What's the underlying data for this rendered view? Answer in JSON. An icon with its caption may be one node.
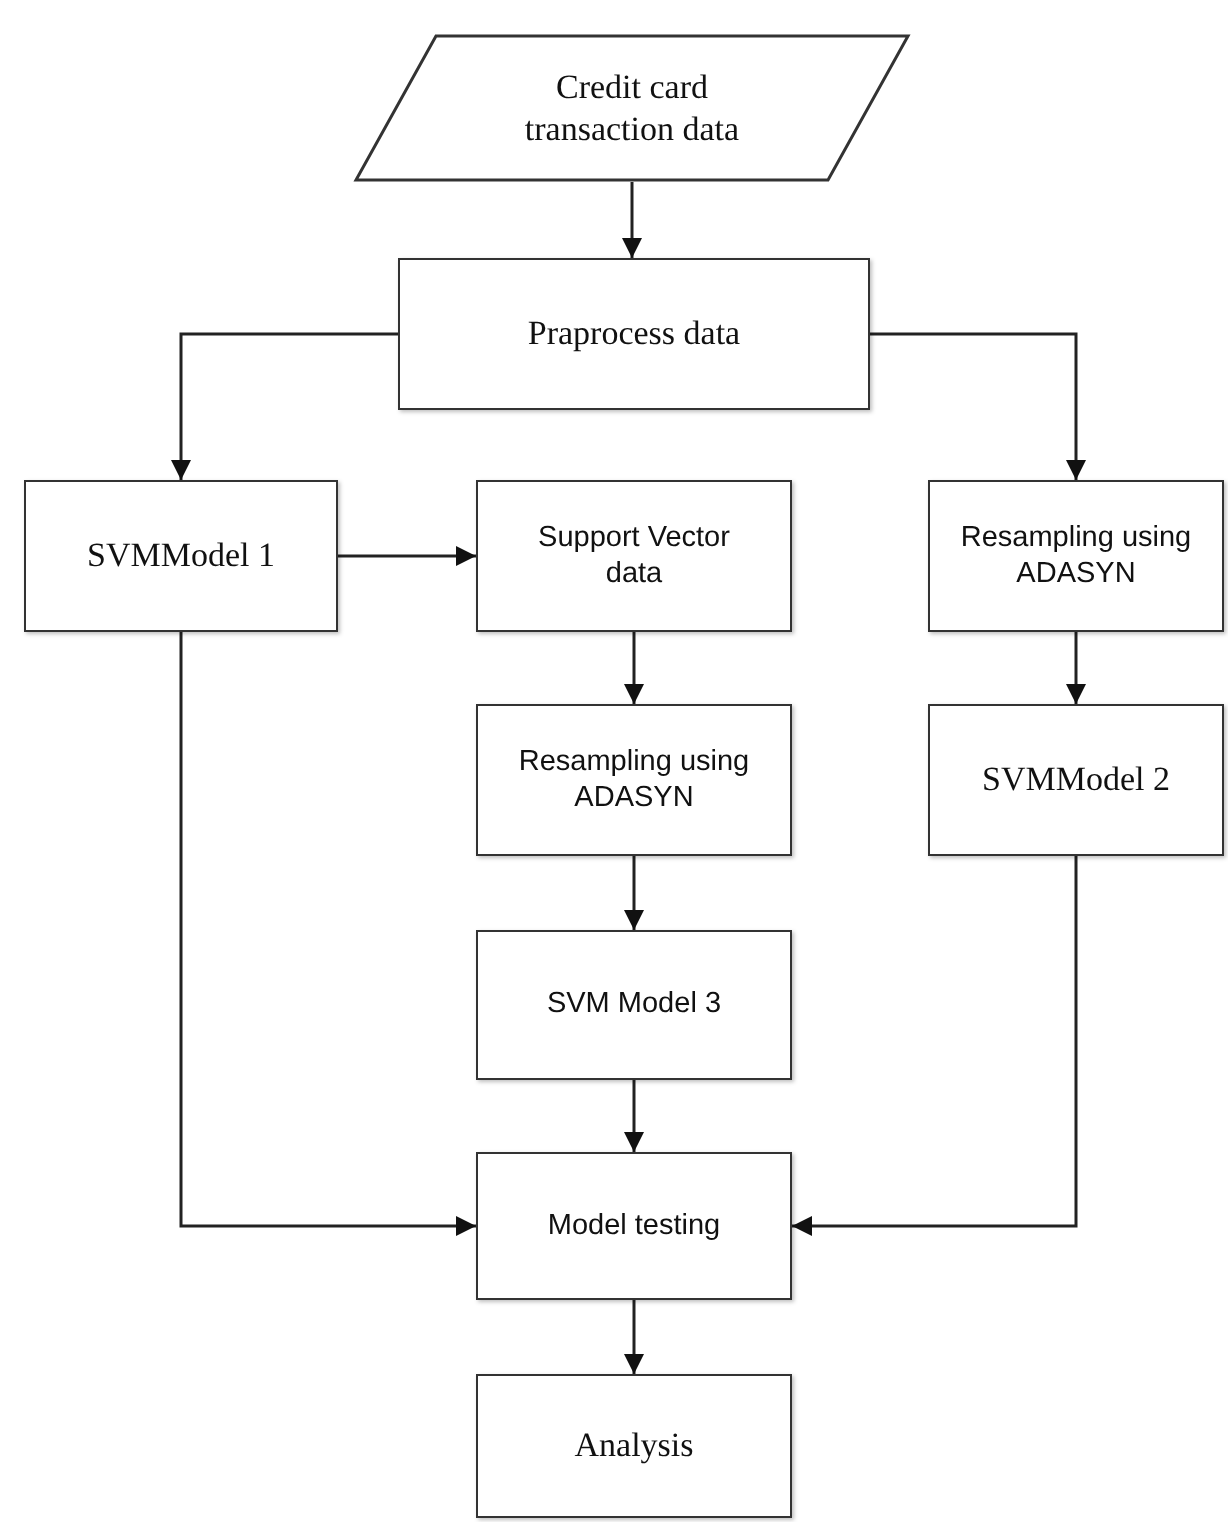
{
  "diagram": {
    "nodes": [
      {
        "text": [
          "Credit card transaction data"
        ]
      },
      {
        "text": [
          "Praprocess data"
        ]
      },
      {
        "text": [
          "SVMModel 1"
        ]
      },
      {
        "text": [
          "Support Vector data"
        ]
      },
      {
        "text": [
          "Resampling using ADASYN"
        ]
      },
      {
        "text": [
          "Resampling using ADASYN"
        ]
      },
      {
        "text": [
          "SVMModel 2"
        ]
      },
      {
        "text": [
          "SVM Model 3"
        ]
      },
      {
        "text": [
          "Model testing"
        ]
      },
      {
        "text": [
          "Analysis"
        ]
      }
    ],
    "edges": [
      {
        "from": 0,
        "to": 1,
        "arrow": "to"
      },
      {
        "from": 1,
        "to": 2,
        "arrow": "to"
      },
      {
        "from": 1,
        "to": 4,
        "arrow": "to"
      },
      {
        "from": 2,
        "to": 3,
        "arrow": "to"
      },
      {
        "from": 3,
        "to": 5,
        "arrow": "to"
      },
      {
        "from": 4,
        "to": 6,
        "arrow": "to"
      },
      {
        "from": 5,
        "to": 7,
        "arrow": "to"
      },
      {
        "from": 2,
        "to": 8,
        "arrow": "to"
      },
      {
        "from": 7,
        "to": 8,
        "arrow": "to"
      },
      {
        "from": 6,
        "to": 8,
        "arrow": "to"
      },
      {
        "from": 8,
        "to": 9,
        "arrow": "to"
      }
    ]
  }
}
